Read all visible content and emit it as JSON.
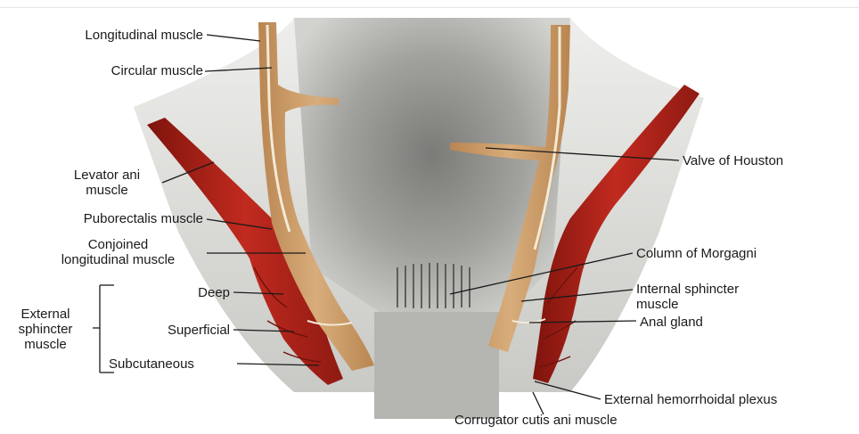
{
  "labels": {
    "longitudinal_muscle": "Longitudinal muscle",
    "circular_muscle": "Circular muscle",
    "levator_ani_1": "Levator ani",
    "levator_ani_2": "muscle",
    "puborectalis": "Puborectalis muscle",
    "conjoined_1": "Conjoined",
    "conjoined_2": "longitudinal muscle",
    "external_1": "External",
    "external_2": "sphincter",
    "external_3": "muscle",
    "deep": "Deep",
    "superficial": "Superficial",
    "subcutaneous": "Subcutaneous",
    "valve_of_houston": "Valve of Houston",
    "column_of_morgagni": "Column of Morgagni",
    "internal_sphincter_1": "Internal sphincter",
    "internal_sphincter_2": "muscle",
    "anal_gland": "Anal gland",
    "external_hemorrhoidal_plexus": "External hemorrhoidal plexus",
    "corrugator_cutis_ani": "Corrugator cutis ani muscle"
  },
  "colors": {
    "muscle_red": "#b8261c",
    "muscle_red_dark": "#8e1a12",
    "smooth_muscle_tan": "#c89a68",
    "smooth_muscle_light": "#dcb88c",
    "mucosa_gray": "#a7a7a3",
    "background_gray": "#d8d8d4",
    "leader_line": "#1a1a1a"
  }
}
